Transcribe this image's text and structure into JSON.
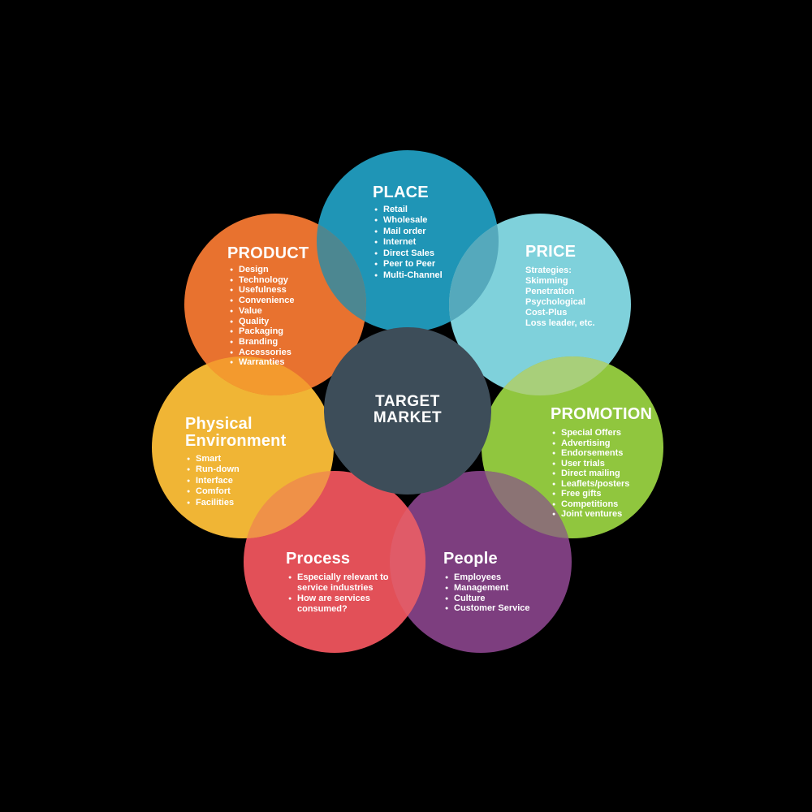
{
  "background_color": "#000000",
  "text_color": "#ffffff",
  "center": {
    "label_lines": [
      "TARGET",
      "MARKET"
    ],
    "color": "#3d4d59"
  },
  "petals": {
    "place": {
      "title": "PLACE",
      "color": "#1f95b6",
      "items": [
        "Retail",
        "Wholesale",
        "Mail order",
        "Internet",
        "Direct Sales",
        "Peer to Peer",
        "Multi-Channel"
      ]
    },
    "price": {
      "title": "PRICE",
      "color": "#7fd1db",
      "items": [
        "Strategies:",
        "Skimming",
        "Penetration",
        "Psychological",
        "Cost-Plus",
        "Loss leader, etc."
      ]
    },
    "promotion": {
      "title": "PROMOTION",
      "color": "#90c63e",
      "items": [
        "Special Offers",
        "Advertising",
        "Endorsements",
        "User trials",
        "Direct mailing",
        "Leaflets/posters",
        "Free gifts",
        "Competitions",
        "Joint ventures"
      ]
    },
    "people": {
      "title": "People",
      "color": "#7d3e7f",
      "items": [
        "Employees",
        "Management",
        "Culture",
        "Customer Service"
      ]
    },
    "process": {
      "title": "Process",
      "color": "#e25058",
      "items": [
        "Especially relevant to service industries",
        "How are services consumed?"
      ]
    },
    "physical_environment": {
      "title": "Physical Environment",
      "color": "#f0b535",
      "items": [
        "Smart",
        "Run-down",
        "Interface",
        "Comfort",
        "Facilities"
      ]
    },
    "product": {
      "title": "PRODUCT",
      "color": "#e8722f",
      "items": [
        "Design",
        "Technology",
        "Usefulness",
        "Convenience",
        "Value",
        "Quality",
        "Packaging",
        "Branding",
        "Accessories",
        "Warranties"
      ]
    }
  },
  "overlap_colors": {
    "product_place": "#4c8791",
    "place_price": "#55a9bc",
    "price_promotion": "#a8cf7a",
    "promotion_people": "#8b7374",
    "people_process": "#e05b68",
    "process_physical": "#ef9148",
    "physical_product": "#f39a2e"
  }
}
